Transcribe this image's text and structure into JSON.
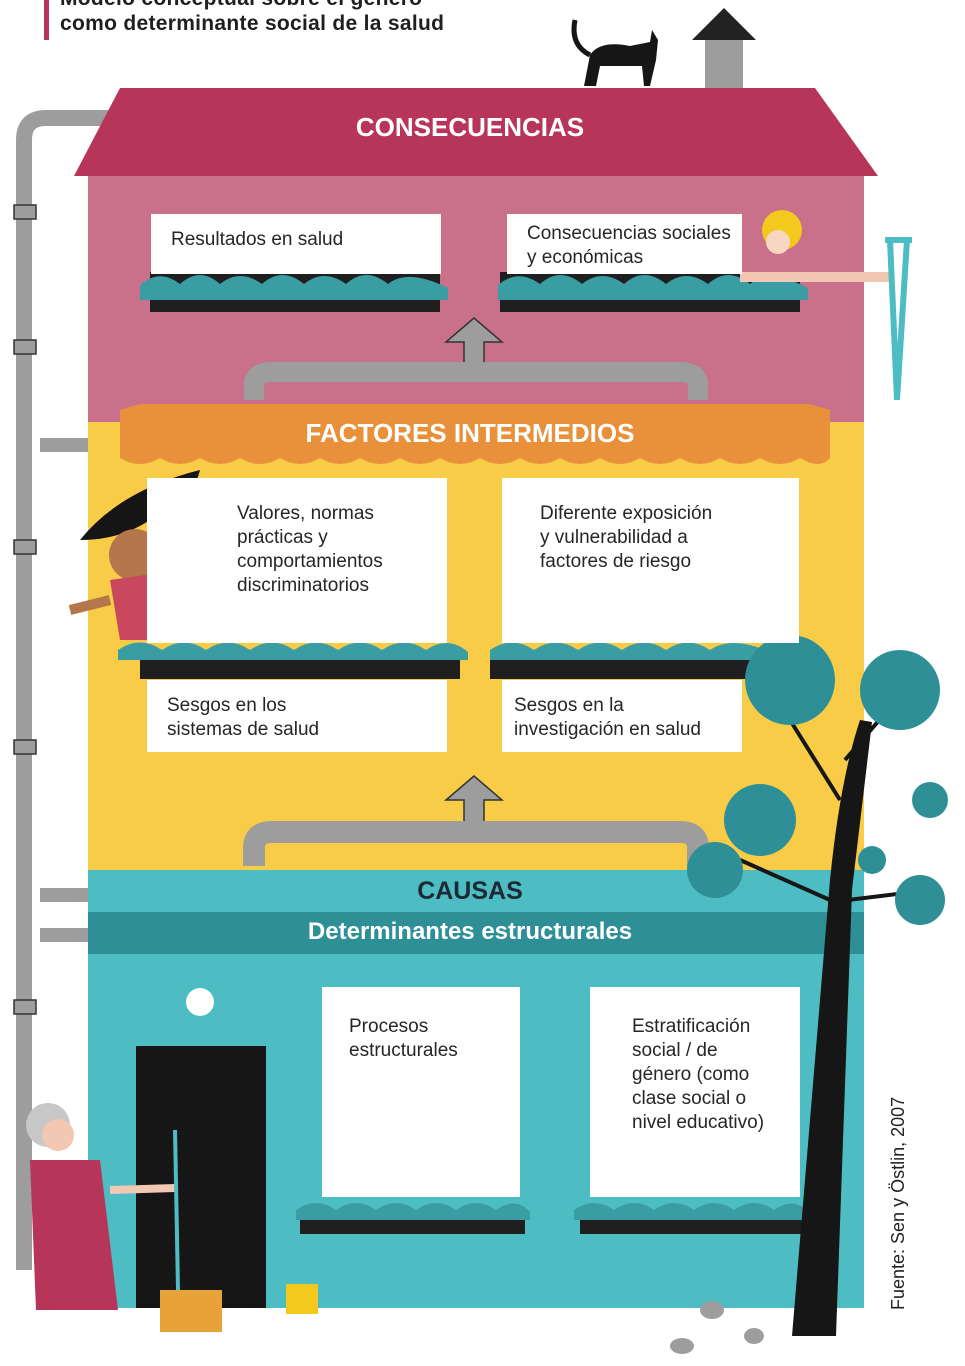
{
  "title": {
    "line1": "Modelo conceptual sobre el género",
    "line2": "como determinante social de la salud"
  },
  "roof": {
    "label": "CONSECUENCIAS"
  },
  "consequences": {
    "box1": "Resultados en salud",
    "box2_line1": "Consecuencias sociales",
    "box2_line2": "y económicas"
  },
  "intermediate": {
    "heading": "FACTORES INTERMEDIOS",
    "box1_lines": [
      "Valores, normas",
      "prácticas y",
      "comportamientos",
      "discriminatorios"
    ],
    "box2_lines": [
      "Diferente exposición",
      "y vulnerabilidad a",
      "factores de riesgo"
    ],
    "box3_lines": [
      "Sesgos en los",
      "sistemas de salud"
    ],
    "box4_lines": [
      "Sesgos en la",
      "investigación en salud"
    ]
  },
  "causes": {
    "heading": "CAUSAS",
    "subheading": "Determinantes estructurales",
    "box1_lines": [
      "Procesos",
      "estructurales"
    ],
    "box2_lines": [
      "Estratificación",
      "social / de",
      "género (como",
      "clase social o",
      "nivel educativo)"
    ]
  },
  "source": "Fuente: Sen y Östlin, 2007",
  "colors": {
    "pink": "#c9708a",
    "roof": "#b8355a",
    "yellow": "#f9cc47",
    "awning": "#e8913a",
    "teal": "#4dbdc3",
    "dark_teal": "#2f8f96",
    "pipe": "#9d9d9d"
  }
}
